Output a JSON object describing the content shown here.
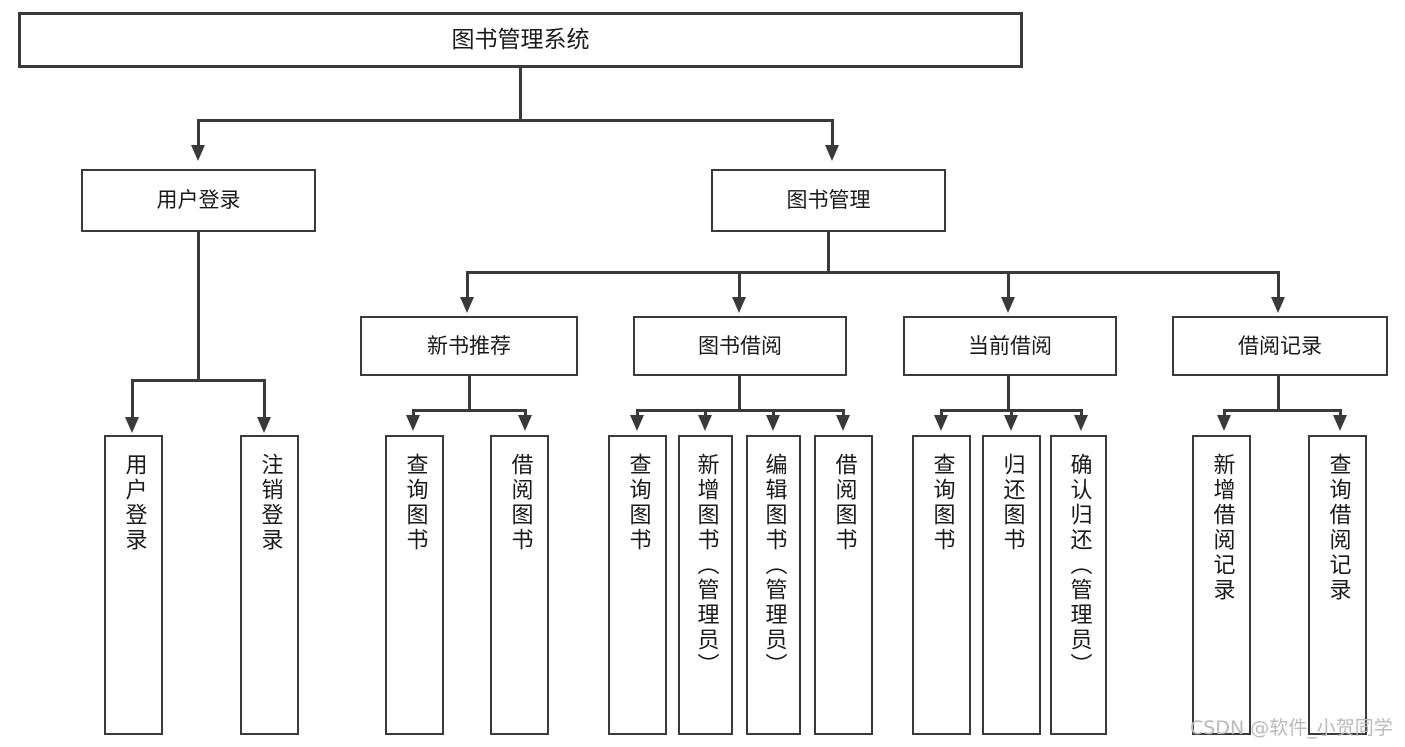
{
  "diagram": {
    "type": "tree",
    "title": "图书管理系统",
    "root": {
      "id": "root",
      "label": "图书管理系统"
    },
    "level2": [
      {
        "id": "user-login",
        "label": "用户登录"
      },
      {
        "id": "book-manage",
        "label": "图书管理"
      }
    ],
    "level3": [
      {
        "id": "new-book-recommend",
        "label": "新书推荐"
      },
      {
        "id": "book-borrow",
        "label": "图书借阅"
      },
      {
        "id": "current-borrow",
        "label": "当前借阅"
      },
      {
        "id": "borrow-record",
        "label": "借阅记录"
      }
    ],
    "leaves": [
      {
        "id": "leaf-user-login",
        "label": "用户登录"
      },
      {
        "id": "leaf-user-logout",
        "label": "注销登录"
      },
      {
        "id": "leaf-query-book-1",
        "label": "查询图书"
      },
      {
        "id": "leaf-borrow-book-1",
        "label": "借阅图书"
      },
      {
        "id": "leaf-query-book-2",
        "label": "查询图书"
      },
      {
        "id": "leaf-add-book",
        "label": "新增图书（管理员）"
      },
      {
        "id": "leaf-edit-book",
        "label": "编辑图书（管理员）"
      },
      {
        "id": "leaf-borrow-book-2",
        "label": "借阅图书"
      },
      {
        "id": "leaf-query-book-3",
        "label": "查询图书"
      },
      {
        "id": "leaf-return-book",
        "label": "归还图书"
      },
      {
        "id": "leaf-confirm-return",
        "label": "确认归还（管理员）"
      },
      {
        "id": "leaf-add-record",
        "label": "新增借阅记录"
      },
      {
        "id": "leaf-query-record",
        "label": "查询借阅记录"
      }
    ]
  },
  "watermark": {
    "text": "CSDN @软件_小贺同学"
  },
  "colors": {
    "stroke": "#3a3a3a",
    "fill": "#ffffff",
    "text": "#1a1a1a",
    "watermark": "#b9b9b9"
  }
}
